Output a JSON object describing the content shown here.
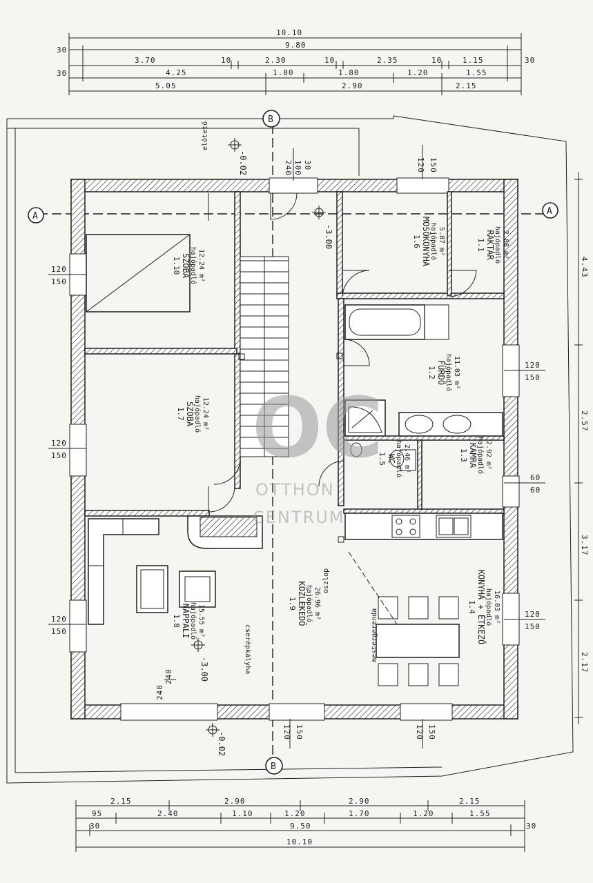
{
  "dims_top": [
    {
      "row": 1,
      "items": [
        "10.10"
      ]
    },
    {
      "row": 2,
      "items": [
        "30",
        "9.80"
      ]
    },
    {
      "row": 3,
      "items": [
        "3.70",
        "10",
        "2.30",
        "10",
        "2.35",
        "10",
        "1.15",
        "30"
      ]
    },
    {
      "row": 4,
      "items": [
        "30",
        "4.25",
        "1.00",
        "1.80",
        "1.20",
        "1.55"
      ]
    },
    {
      "row": 5,
      "items": [
        "5.05",
        "2.90",
        "2.15"
      ]
    }
  ],
  "dims_bottom": [
    {
      "row": 1,
      "items": [
        "2.15",
        "2.90",
        "2.90",
        "2.15"
      ]
    },
    {
      "row": 2,
      "items": [
        "95",
        "2.40",
        "1.10",
        "1.20",
        "1.70",
        "1.20",
        "1.55"
      ]
    },
    {
      "row": 3,
      "items": [
        "30",
        "9.50",
        "30"
      ]
    },
    {
      "row": 4,
      "items": [
        "10.10"
      ]
    }
  ],
  "dims_right": [
    "4.43",
    "2.57",
    "3.17",
    "2.17"
  ],
  "section_marks": {
    "A": "A",
    "B": "B"
  },
  "rooms": [
    {
      "id": "1.10",
      "name": "SZOBA",
      "floor": "hajópadló",
      "area": "12.24 m²"
    },
    {
      "id": "1.7",
      "name": "SZOBA",
      "floor": "hajópadló",
      "area": "12.24 m²"
    },
    {
      "id": "1.8",
      "name": "NAPPALI",
      "floor": "hajópadló",
      "area": "15.55 m²"
    },
    {
      "id": "1.9",
      "name": "KÖZLEKEDŐ",
      "floor": "hajópadló",
      "area": "26.96 m²"
    },
    {
      "id": "1.6",
      "name": "MOSÓKONYHA",
      "floor": "hajópadló",
      "area": "5.87 m²"
    },
    {
      "id": "1.1",
      "name": "RAKTÁR",
      "floor": "hajópadló",
      "area": "2.88 m²"
    },
    {
      "id": "1.2",
      "name": "FÜRDŐ",
      "floor": "hajópadló",
      "area": "11.03 m²"
    },
    {
      "id": "1.5",
      "name": "WC",
      "floor": "hajópadló",
      "area": "2.46 m²"
    },
    {
      "id": "1.3",
      "name": "KAMRA",
      "floor": "hajópadló",
      "area": "2.92 m²"
    },
    {
      "id": "1.4",
      "name": "KONYHA + ÉTKEZŐ",
      "floor": "hajópadló",
      "area": "16.03 m²"
    }
  ],
  "labels": {
    "eloteto": "előtető",
    "cserepkalyha": "cserépkályha",
    "oszlop": "oszlop",
    "mestergerenda": "mestergerenda",
    "level1": "-0.02",
    "level2": "-3.00",
    "level3": "-3.00",
    "level4": "-0.02"
  },
  "openings": {
    "win_left_1": [
      "120",
      "150"
    ],
    "win_left_2": [
      "120",
      "150"
    ],
    "win_left_3": [
      "120",
      "150"
    ],
    "win_right_1": [
      "120",
      "150"
    ],
    "win_right_2": [
      "60",
      "60"
    ],
    "win_right_3": [
      "120",
      "150"
    ],
    "win_top_1": [
      "120",
      "150"
    ],
    "win_bottom_1": [
      "120",
      "150"
    ],
    "door_top": [
      "30",
      "100",
      "240"
    ],
    "door_bottom": [
      "120",
      "150"
    ],
    "door_nappali": [
      "240",
      "240"
    ]
  },
  "watermark": {
    "logo": "OC",
    "line1": "OTTHON",
    "line2": "CENTRUM"
  }
}
